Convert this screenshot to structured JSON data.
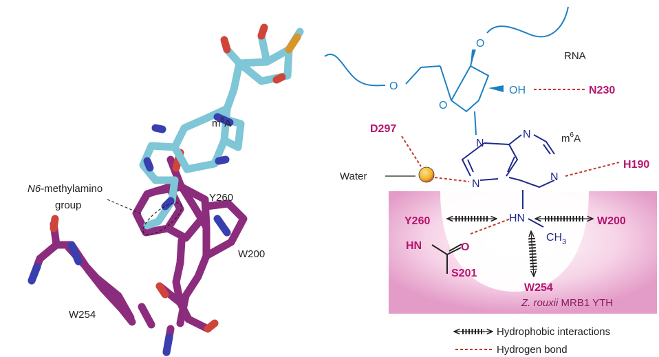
{
  "left_panel": {
    "labels": {
      "m6a": "m",
      "m6a_sup": "6",
      "m6a_tail": "A",
      "y260": "Y260",
      "w200": "W200",
      "w254": "W254",
      "n6_italic": "N6",
      "n6_rest": "-methylamino",
      "n6_line2": "group"
    }
  },
  "right_panel": {
    "rna_label": "RNA",
    "m6a": {
      "base": "m",
      "sup": "6",
      "tail": "A"
    },
    "atoms": {
      "o_ring": "O",
      "o_5": "O",
      "o_3": "O",
      "oh": "OH",
      "n9": "N",
      "n7": "N",
      "n1": "N",
      "n3": "N",
      "hn": "HN",
      "ch3": "CH",
      "ch3_sub": "3",
      "hn_amide": "HN",
      "o_amide": "O"
    },
    "residues": {
      "n230": "N230",
      "d297": "D297",
      "h190": "H190",
      "y260": "Y260",
      "w200": "W200",
      "s201": "S201",
      "w254": "W254"
    },
    "water_label": "Water",
    "pocket_species": "Z. rouxii",
    "pocket_protein": " MRB1 YTH",
    "legend": {
      "hydrophobic": "Hydrophobic interactions",
      "hbond": "Hydrogen bond"
    },
    "colors": {
      "rna": "#1d7fc4",
      "base": "#1f2a8a",
      "residue": "#b5146e",
      "hbond": "#c0392b",
      "pocket": "#e7a9cf",
      "water": "#f0b429"
    }
  }
}
